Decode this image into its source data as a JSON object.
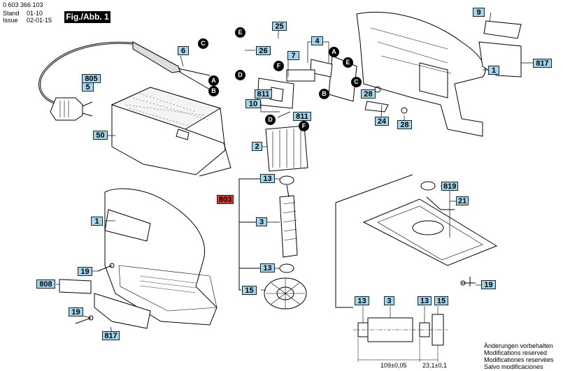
{
  "header": {
    "part_number": "0 603 366 103",
    "stand_label": "Stand",
    "stand_value": "01-10",
    "issue_label": "Issue",
    "issue_value": "02-01-15",
    "figure": "Fig./Abb. 1"
  },
  "labels": {
    "l9": "9",
    "l1a": "1",
    "l817a": "817",
    "l25": "25",
    "l4": "4",
    "l6": "6",
    "l26": "26",
    "l7": "7",
    "l805": "805",
    "l5": "5",
    "l811a": "811",
    "l10": "10",
    "l811b": "811",
    "l28a": "28",
    "l24": "24",
    "l28b": "28",
    "l50": "50",
    "l2": "2",
    "l13a": "13",
    "l803": "803",
    "l819": "819",
    "l21": "21",
    "l1b": "1",
    "l3": "3",
    "l13b": "13",
    "l19a": "19",
    "l808": "808",
    "l15": "15",
    "l19b": "19",
    "l19c": "19",
    "l817b": "817",
    "d13a": "13",
    "d3": "3",
    "d13b": "13",
    "d15": "15"
  },
  "markers": {
    "mE1": "E",
    "mC1": "C",
    "mD1": "D",
    "mF1": "F",
    "mA1": "A",
    "mB1": "B",
    "mA2": "A",
    "mE2": "E",
    "mB2": "B",
    "mC2": "C",
    "mD2": "D",
    "mF2": "F"
  },
  "dimensions": {
    "dim1": "109±0,05",
    "dim2": "23,1±0,1"
  },
  "notes": {
    "line1": "Änderungen vorbehalten",
    "line2": "Modifications reserved",
    "line3": "Modificationes reservées",
    "line4": "Salvo modificaciones"
  },
  "colors": {
    "label_fill": "#9fd7ee",
    "highlight_label": "#e2351e"
  }
}
